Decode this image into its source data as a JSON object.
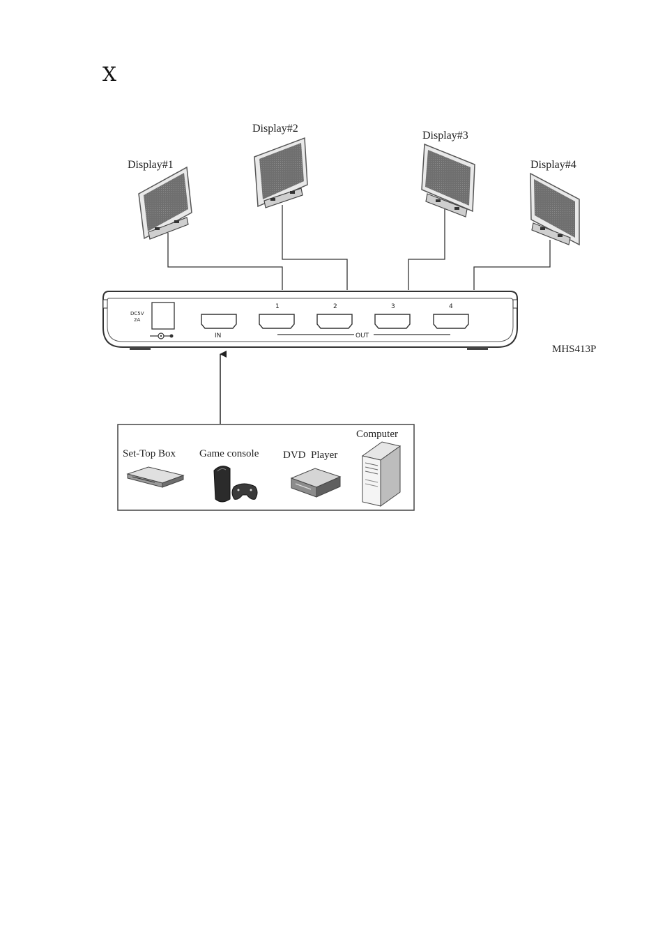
{
  "page_marker": "X",
  "displays": [
    {
      "label": "Display#1"
    },
    {
      "label": "Display#2"
    },
    {
      "label": "Display#3"
    },
    {
      "label": "Display#4"
    }
  ],
  "switch": {
    "model": "MHS413P",
    "power_label_line1": "DC5V",
    "power_label_line2": "2A",
    "input_label": "IN",
    "output_label": "OUT",
    "output_ports": [
      "1",
      "2",
      "3",
      "4"
    ]
  },
  "sources": {
    "items": [
      {
        "label": "Set-Top Box",
        "icon": "set-top-box-icon"
      },
      {
        "label": "Game console",
        "icon": "game-console-icon"
      },
      {
        "label": "DVD  Player",
        "icon": "dvd-player-icon"
      },
      {
        "label": "Computer",
        "icon": "computer-icon"
      }
    ]
  }
}
